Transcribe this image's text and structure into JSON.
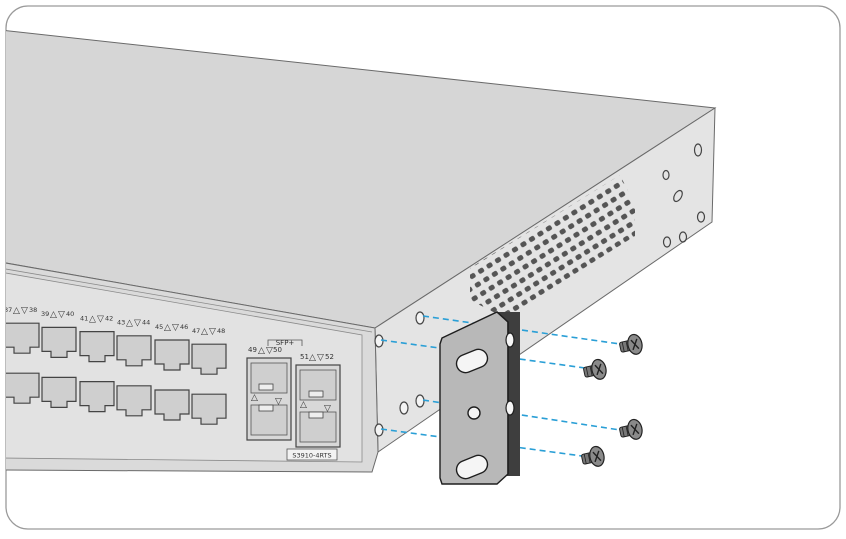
{
  "port_labels": [
    "37",
    "38",
    "39",
    "40",
    "41",
    "42",
    "43",
    "44",
    "45",
    "46",
    "47",
    "48"
  ],
  "sfp_header": "SFP+",
  "sfp_ports": [
    "49",
    "50",
    "51",
    "52"
  ],
  "model_label": "S3910-4RTS"
}
